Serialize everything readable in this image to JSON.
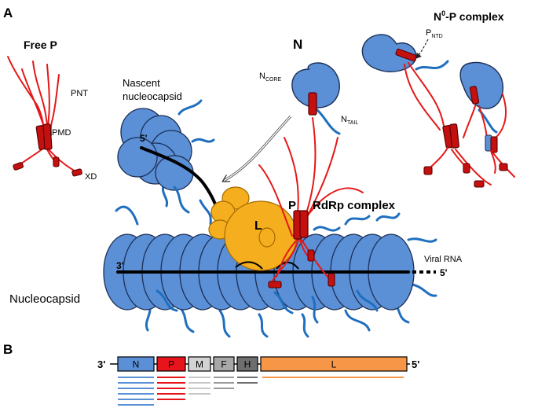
{
  "panels": {
    "a": "A",
    "b": "B"
  },
  "labels": {
    "free_p": "Free P",
    "pnt": "PNT",
    "pmd": "PMD",
    "xd": "XD",
    "nascent_line1": "Nascent",
    "nascent_line2": "nucleocapsid",
    "five_prime": "5'",
    "three_prime": "3'",
    "n": "N",
    "ncore": "N",
    "ncore_sub": "CORE",
    "ntail": "N",
    "ntail_sub": "TAIL",
    "n0p": "N",
    "n0p_sup": "0",
    "n0p_rest": "-P complex",
    "pntd": "P",
    "pntd_sub": "NTD",
    "l": "L",
    "p": "P",
    "rdrp": "RdRp complex",
    "viral_rna": "Viral RNA",
    "nucleocapsid": "Nucleocapsid"
  },
  "genome": {
    "left_end": "3'",
    "right_end": "5'",
    "genes": [
      {
        "label": "N",
        "color": "#5b8fd6",
        "transcripts": 6
      },
      {
        "label": "P",
        "color": "#e8141b",
        "transcripts": 5
      },
      {
        "label": "M",
        "color": "#d3d3d3",
        "transcripts": 4
      },
      {
        "label": "F",
        "color": "#a8a8a8",
        "transcripts": 3
      },
      {
        "label": "H",
        "color": "#6e6e6e",
        "transcripts": 2
      },
      {
        "label": "L",
        "color": "#f79646",
        "transcripts": 1
      }
    ]
  }
}
